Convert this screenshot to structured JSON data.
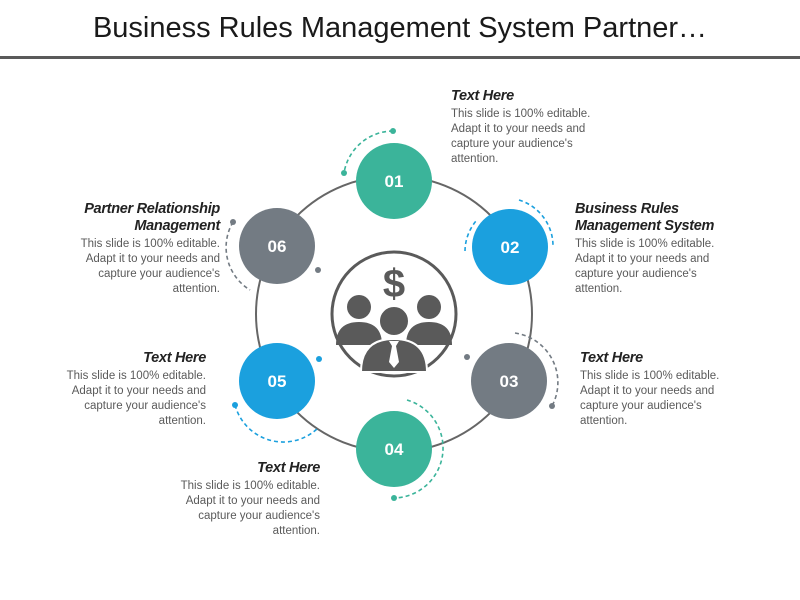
{
  "title": "Business Rules Management System Partner…",
  "center_icon": "business-people-dollar-icon",
  "colors": {
    "teal": "#3bb49a",
    "blue": "#1ba0de",
    "gray": "#737b83",
    "ring": "#666666",
    "center": "#5a5a5a"
  },
  "nodes": [
    {
      "label": "01",
      "color": "#3bb49a"
    },
    {
      "label": "02",
      "color": "#1ba0de"
    },
    {
      "label": "03",
      "color": "#737b83"
    },
    {
      "label": "04",
      "color": "#3bb49a"
    },
    {
      "label": "05",
      "color": "#1ba0de"
    },
    {
      "label": "06",
      "color": "#737b83"
    }
  ],
  "blocks": [
    {
      "heading": "Text Here",
      "body": "This slide is 100% editable. Adapt it to your needs and capture your audience's attention."
    },
    {
      "heading": "Business Rules Management System",
      "body": "This slide is 100% editable. Adapt it to your needs and capture your audience's attention."
    },
    {
      "heading": "Text Here",
      "body": "This slide is 100% editable. Adapt it to your needs and capture your audience's attention."
    },
    {
      "heading": "Text Here",
      "body": "This slide is 100% editable. Adapt it to your needs and capture your audience's attention."
    },
    {
      "heading": "Text Here",
      "body": "This slide is 100% editable. Adapt it to your needs and capture your audience's attention."
    },
    {
      "heading": "Partner Relationship Management",
      "body": "This slide is 100% editable. Adapt it to your needs and capture your audience's attention."
    }
  ]
}
